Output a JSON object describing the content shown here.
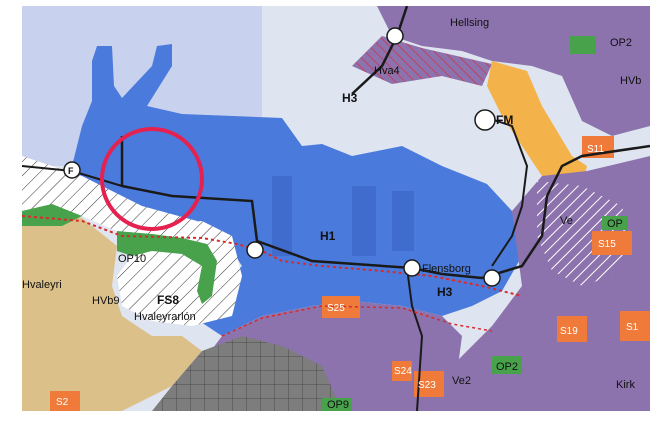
{
  "map": {
    "labels": {
      "h3_top": "H3",
      "h1": "H1",
      "h3_bottom": "H3",
      "hva4": "Hva4",
      "hellsin": "Hellsing",
      "op2_top": "OP2",
      "hvb_right": "HVb",
      "fm": "FM",
      "s11": "S11",
      "ve_right": "Ve",
      "op_right": "OP",
      "s15": "S15",
      "flensborg": "Flensborg",
      "hvaleyri": "Hvaleyri",
      "op10": "OP10",
      "hvb9": "HVb9",
      "fs8": "FS8",
      "hvaleyrarlon": "Hvaleyrarlón",
      "s25": "S25",
      "s23": "S23",
      "s24": "S24",
      "op9": "OP9",
      "ve2": "Ve2",
      "op2_bottom": "OP2",
      "s_bottom_left": "S2",
      "s19": "S19",
      "s1": "S1",
      "kirk": "Kirk",
      "f_node": "F"
    },
    "colors": {
      "harbour": "#4a7bdc",
      "harbour_dark": "#3a62c4",
      "sea": "#dfe4f1",
      "residential": "#8c73ad",
      "residential_dark": "#6f5a92",
      "commercial": "#f3b34a",
      "service": "#ef7a3a",
      "green": "#47a24b",
      "sand": "#dcc08a",
      "industrial": "#7d7d7d",
      "highlight": "#e5214f",
      "road": "#1a1a1a"
    }
  }
}
